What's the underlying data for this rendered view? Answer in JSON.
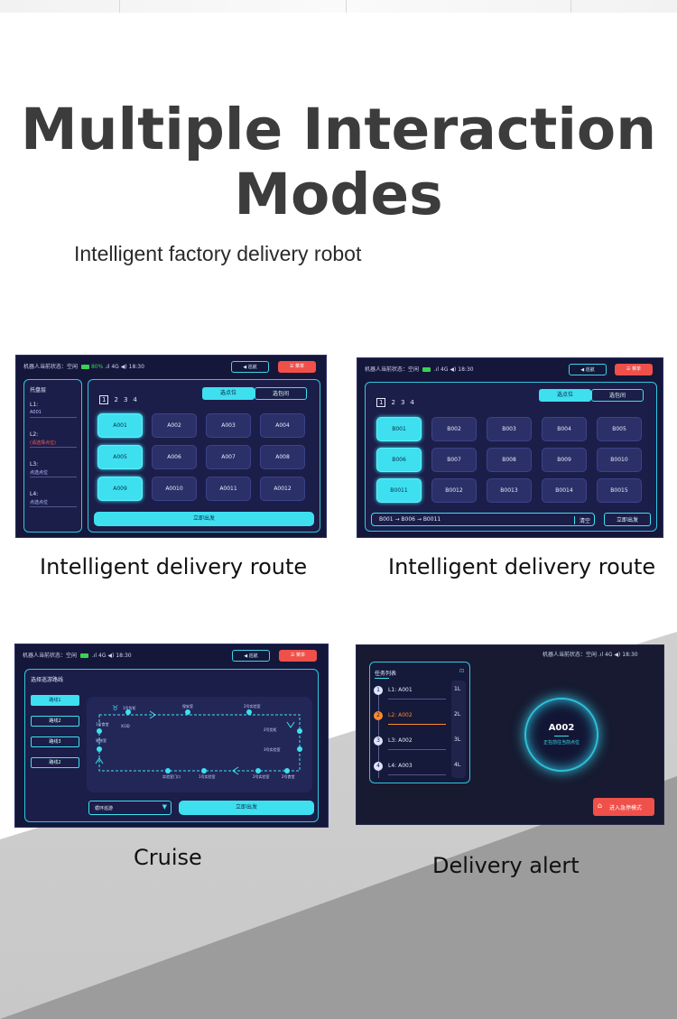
{
  "page": {
    "title": "Multiple Interaction Modes",
    "title_line1": "Multiple Interaction",
    "title_line2": "Modes",
    "subtitle": "Intelligent factory delivery robot"
  },
  "captions": {
    "s1": "Intelligent delivery route",
    "s2": "Intelligent delivery route",
    "s3": "Cruise",
    "s4": "Delivery alert"
  },
  "status": {
    "label": "机器人当前状态：空闲",
    "battery": "80%",
    "network": ".ıl 4G",
    "volume": "◀)",
    "time": "18:30"
  },
  "buttons": {
    "nav": "◀ 巡航",
    "menu": "☰ 菜单",
    "go": "立即出发",
    "clear": "清空"
  },
  "tabs": {
    "select_point": "选点位",
    "select_zone": "选包间"
  },
  "pager": [
    "1",
    "2",
    "3",
    "4"
  ],
  "screen1": {
    "sidebar_title": "托盘层",
    "layers": [
      {
        "label": "L1:",
        "value": "A001",
        "value_class": ""
      },
      {
        "label": "L2:",
        "value": "(请选择点位)",
        "value_class": "red"
      },
      {
        "label": "L3:",
        "value": "点选点位",
        "value_class": ""
      },
      {
        "label": "L4:",
        "value": "点选点位",
        "value_class": ""
      }
    ],
    "grid": [
      "A001",
      "A002",
      "A003",
      "A004",
      "A005",
      "A006",
      "A007",
      "A008",
      "A009",
      "A0010",
      "A0011",
      "A0012"
    ],
    "selected": [
      0,
      4,
      8
    ]
  },
  "screen2": {
    "grid": [
      "B001",
      "B002",
      "B003",
      "B004",
      "B005",
      "B006",
      "B007",
      "B008",
      "B009",
      "B0010",
      "B0011",
      "B0012",
      "B0013",
      "B0014",
      "B0015"
    ],
    "selected": [
      0,
      5,
      10
    ],
    "route_text": "B001 → B006 → B0011"
  },
  "screen3": {
    "title": "选择巡游路线",
    "routes": [
      "路线1",
      "路线2",
      "路线3",
      "路线2"
    ],
    "selected_route": 0,
    "stations": [
      "1号货柜",
      "保安室",
      "2号实验室",
      "2号货柜",
      "3号实验室",
      "2号实验室",
      "1号实验室",
      "实验室门口",
      "装修室",
      "1号食堂",
      "2号食堂",
      "X/3D"
    ],
    "dropdown": "循环巡游"
  },
  "screen4": {
    "status": "机器人当前状态：空闲 .ıl 4G ◀) 18:30",
    "list_title": "任务列表",
    "tasks": [
      {
        "num": "1",
        "text": "L1: A001",
        "level": "1L",
        "active": false
      },
      {
        "num": "2",
        "text": "L2: A002",
        "level": "2L",
        "active": true
      },
      {
        "num": "3",
        "text": "L3: A002",
        "level": "3L",
        "active": false
      },
      {
        "num": "4",
        "text": "L4: A003",
        "level": "4L",
        "active": false
      }
    ],
    "current": "A002",
    "current_status": "正在前往当前点位",
    "emergency": "进入急停模式"
  },
  "colors": {
    "accent": "#3ee0f0",
    "screen_bg": "#15173a",
    "alert": "#f0504a"
  }
}
